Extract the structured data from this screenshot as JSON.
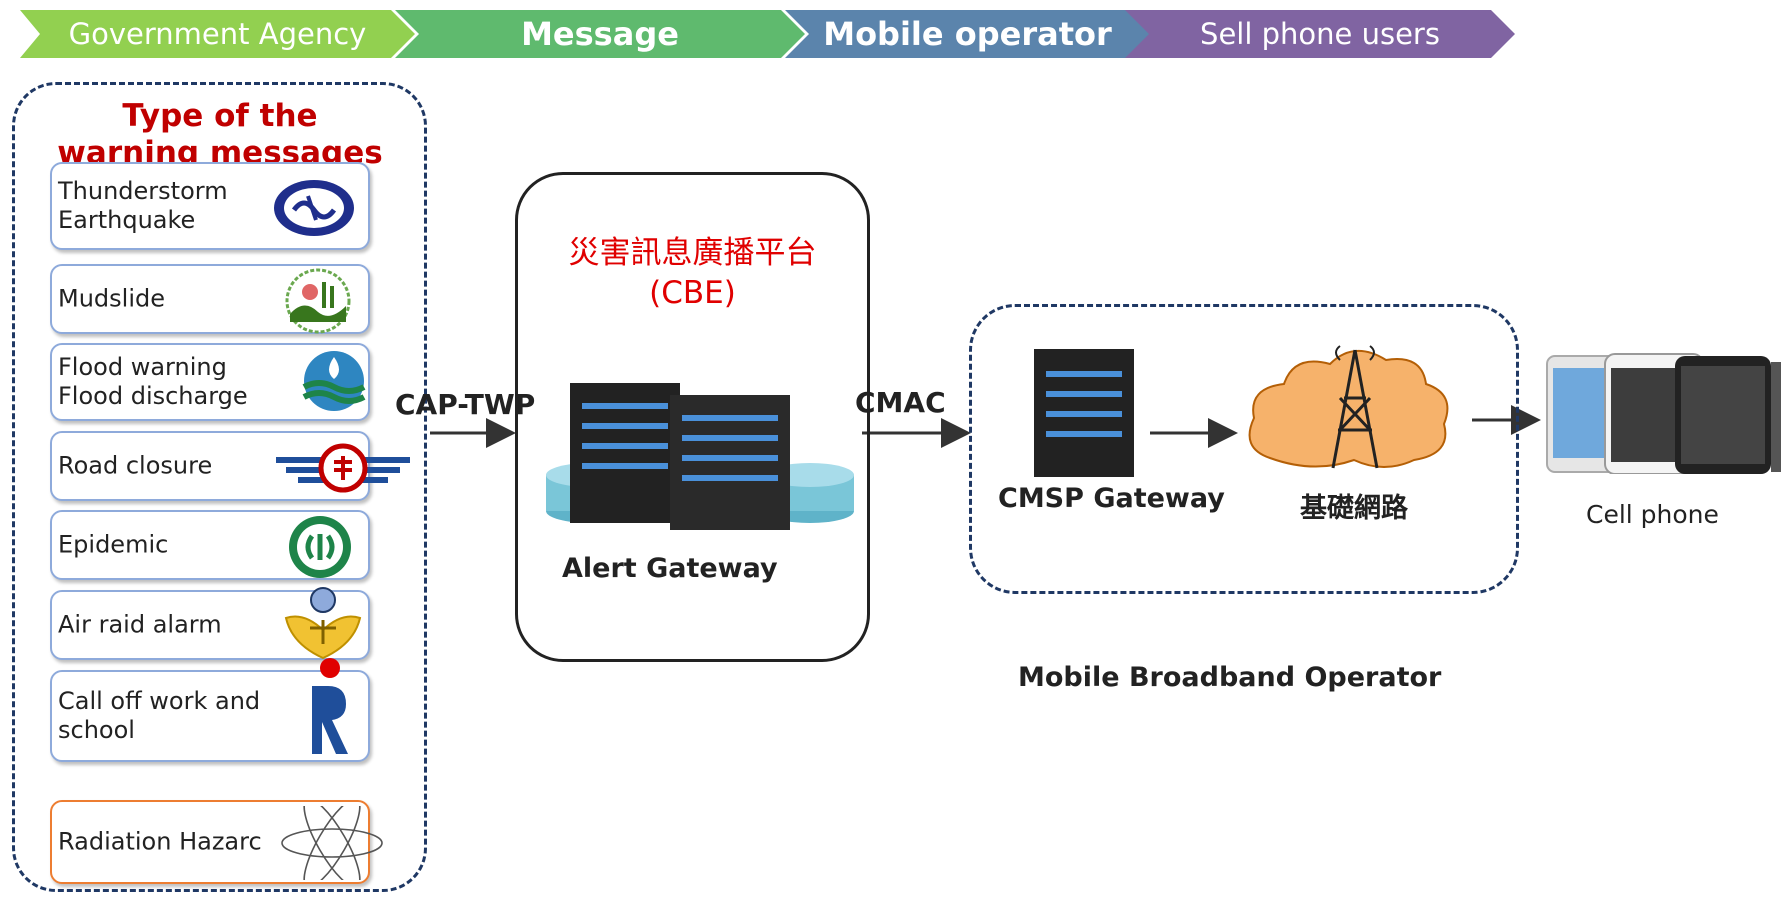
{
  "banner": {
    "stages": [
      {
        "label": "Government  Agency",
        "color": "#92d050"
      },
      {
        "label": "Message",
        "color": "#5fba6e"
      },
      {
        "label": "Mobile operator",
        "color": "#5b84ac"
      },
      {
        "label": "Sell phone users",
        "color": "#8064a2"
      }
    ]
  },
  "left_panel": {
    "title": "Type of  the\nwarning messages",
    "items": [
      {
        "label": "Thunderstorm\nEarthquake",
        "icon": "weather-bureau-logo-icon"
      },
      {
        "label": "Mudslide",
        "icon": "soil-conservation-logo-icon"
      },
      {
        "label": "Flood warning\nFlood discharge",
        "icon": "water-resources-logo-icon"
      },
      {
        "label": "Road closure",
        "icon": "highway-bureau-logo-icon"
      },
      {
        "label": "Epidemic",
        "icon": "cdc-logo-icon"
      },
      {
        "label": "Air raid alarm",
        "icon": "civil-defense-logo-icon"
      },
      {
        "label": "Call off work and\nschool",
        "icon": "personnel-admin-logo-icon"
      },
      {
        "label": "Radiation Hazarc",
        "icon": "atom-icon"
      }
    ]
  },
  "cbe": {
    "title": "災害訊息廣播平台\n(CBE)",
    "gateway_label": "Alert Gateway"
  },
  "connections": {
    "cap_label": "CAP-TWP",
    "cmac_label": "CMAC"
  },
  "operator": {
    "cmsp_label": "CMSP Gateway",
    "network_label": "基礎網路",
    "caption": "Mobile Broadband Operator"
  },
  "phone": {
    "label": "Cell phone"
  }
}
